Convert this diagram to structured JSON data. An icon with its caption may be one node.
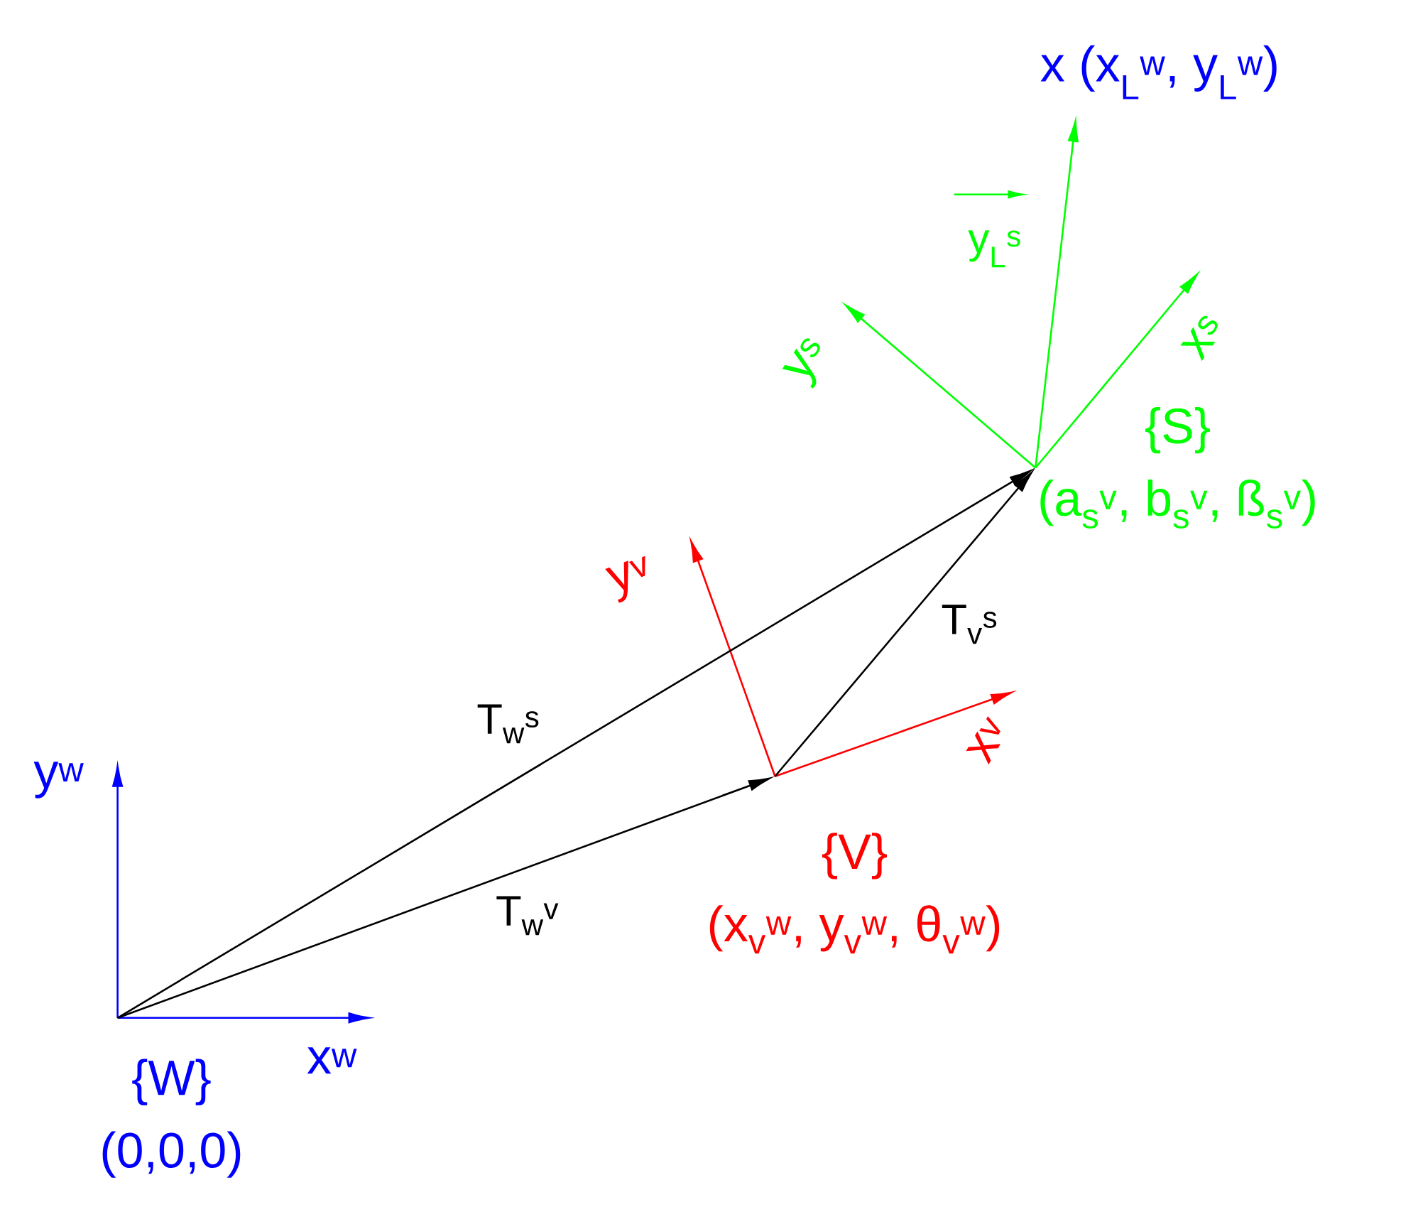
{
  "diagram": {
    "nodes": [
      {
        "text": [
          "{W}",
          "(0,0,0)"
        ]
      },
      {
        "text": [
          "{V}",
          "(x$_{v}$$^{w}$, y$_{v}$$^{w}$, θ$_{v}$$^{w}$)"
        ]
      },
      {
        "text": [
          "{S}",
          "(a$_{s}$$^{v}$, b$_{s}$$^{v}$, ß$_{s}$$^{v}$)"
        ]
      },
      {
        "text": [
          "x (x$_{L}$$^{w}$, y$_{L}$$^{w}$)"
        ]
      }
    ],
    "edges": [
      {
        "from": 0,
        "to": 1,
        "arrow": "to",
        "label": "T$_{w}$$^{v}$"
      },
      {
        "from": 0,
        "to": 2,
        "arrow": "to",
        "label": "T$_{w}$$^{s}$"
      },
      {
        "from": 1,
        "to": 2,
        "arrow": "to",
        "label": "T$_{v}$$^{s}$"
      },
      {
        "from": 2,
        "to": 3,
        "arrow": "to",
        "label": "y$_{L}$$^{s}$",
        "color": "#00ff00"
      }
    ],
    "labels": [
      "y$^{w}$",
      "x$^{w}$",
      "y$^{v}$",
      "x$^{v}$",
      "y$^{s}$",
      "x$^{s}$"
    ]
  }
}
